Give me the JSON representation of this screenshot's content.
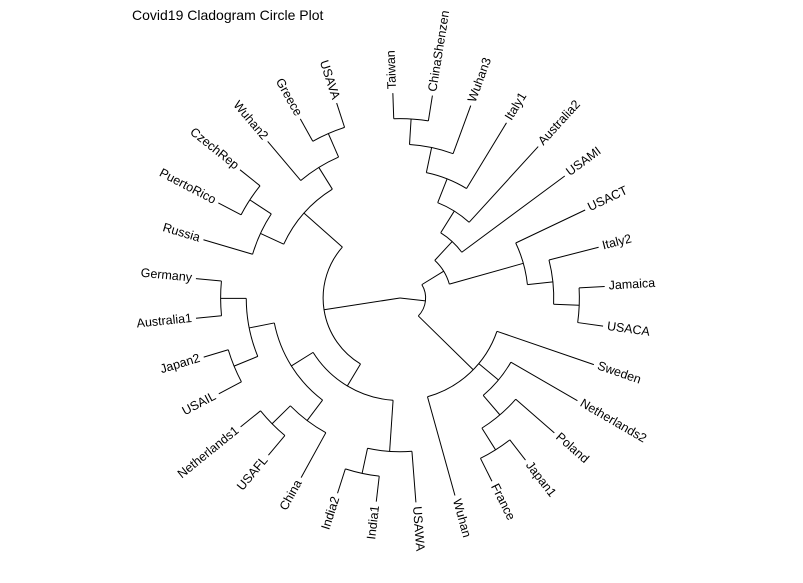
{
  "title": "Covid19 Cladogram Circle Plot",
  "style": {
    "line_color": "#000000",
    "background": "#ffffff"
  },
  "tree": {
    "name": "root",
    "children": [
      {
        "name": "n_upper",
        "children": [
          {
            "name": "n_u1",
            "children": [
              {
                "name": "n_u2",
                "children": [
                  {
                    "name": "n_u3",
                    "children": [
                      {
                        "name": "n_u4",
                        "children": [
                          {
                            "name": "n_wh3",
                            "children": [
                              {
                                "name": "n_tw",
                                "children": [
                                  {
                                    "name": "Taiwan"
                                  },
                                  {
                                    "name": "ChinaShenzen"
                                  }
                                ]
                              },
                              {
                                "name": "Wuhan3"
                              }
                            ]
                          },
                          {
                            "name": "Italy1"
                          }
                        ]
                      },
                      {
                        "name": "Australia2"
                      }
                    ]
                  },
                  {
                    "name": "USAMI"
                  }
                ]
              },
              {
                "name": "n_u5",
                "children": [
                  {
                    "name": "USACT"
                  },
                  {
                    "name": "n_u6",
                    "children": [
                      {
                        "name": "Italy2"
                      },
                      {
                        "name": "n_u7",
                        "children": [
                          {
                            "name": "Jamaica"
                          },
                          {
                            "name": "USACA"
                          }
                        ]
                      }
                    ]
                  }
                ]
              }
            ]
          },
          {
            "name": "n_sw",
            "children": [
              {
                "name": "Sweden"
              },
              {
                "name": "n_nl",
                "children": [
                  {
                    "name": "Netherlands2"
                  },
                  {
                    "name": "n_pl",
                    "children": [
                      {
                        "name": "Poland"
                      },
                      {
                        "name": "n_jp",
                        "children": [
                          {
                            "name": "Japan1"
                          },
                          {
                            "name": "France"
                          }
                        ]
                      }
                    ]
                  }
                ]
              },
              {
                "name": "Wuhan"
              }
            ]
          }
        ]
      },
      {
        "name": "n_lower",
        "children": [
          {
            "name": "n_l1",
            "children": [
              {
                "name": "n_usawa",
                "children": [
                  {
                    "name": "USAWA"
                  },
                  {
                    "name": "n_in",
                    "children": [
                      {
                        "name": "India1"
                      },
                      {
                        "name": "India2"
                      }
                    ]
                  }
                ]
              },
              {
                "name": "n_l2",
                "children": [
                  {
                    "name": "n_cn",
                    "children": [
                      {
                        "name": "China"
                      },
                      {
                        "name": "n_fl",
                        "children": [
                          {
                            "name": "USAFL"
                          },
                          {
                            "name": "Netherlands1"
                          }
                        ]
                      }
                    ]
                  },
                  {
                    "name": "n_l3",
                    "children": [
                      {
                        "name": "n_il",
                        "children": [
                          {
                            "name": "USAIL"
                          },
                          {
                            "name": "Japan2"
                          }
                        ]
                      },
                      {
                        "name": "n_au",
                        "children": [
                          {
                            "name": "Australia1"
                          },
                          {
                            "name": "Germany"
                          }
                        ]
                      }
                    ]
                  }
                ]
              }
            ]
          },
          {
            "name": "n_r1",
            "children": [
              {
                "name": "n_r2",
                "children": [
                  {
                    "name": "Russia"
                  },
                  {
                    "name": "n_pr",
                    "children": [
                      {
                        "name": "PuertoRico"
                      },
                      {
                        "name": "CzechRep"
                      }
                    ]
                  }
                ]
              },
              {
                "name": "n_r3",
                "children": [
                  {
                    "name": "Wuhan2"
                  },
                  {
                    "name": "n_gr",
                    "children": [
                      {
                        "name": "Greece"
                      },
                      {
                        "name": "USAVA"
                      }
                    ]
                  }
                ]
              }
            ]
          }
        ]
      }
    ]
  }
}
